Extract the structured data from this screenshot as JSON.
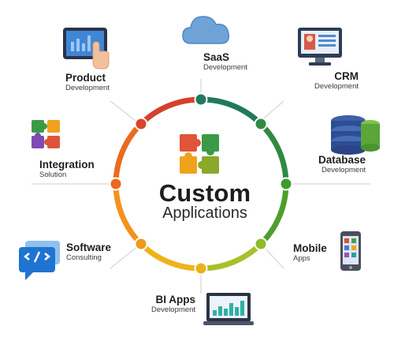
{
  "center": {
    "title": "Custom",
    "subtitle": "Applications"
  },
  "nodes": [
    {
      "id": "saas",
      "title": "SaaS",
      "subtitle": "Development",
      "color": "#1f7a5c"
    },
    {
      "id": "crm",
      "title": "CRM",
      "subtitle": "Development",
      "color": "#2e8b46"
    },
    {
      "id": "database",
      "title": "Database",
      "subtitle": "Development",
      "color": "#3d9b2f"
    },
    {
      "id": "mobile",
      "title": "Mobile",
      "subtitle": "Apps",
      "color": "#8dbb2a"
    },
    {
      "id": "bi",
      "title": "BI Apps",
      "subtitle": "Development",
      "color": "#e8b21a"
    },
    {
      "id": "software",
      "title": "Software",
      "subtitle": "Consulting",
      "color": "#f09a1c"
    },
    {
      "id": "integration",
      "title": "Integration",
      "subtitle": "Solution",
      "color": "#ea6a1f"
    },
    {
      "id": "product",
      "title": "Product",
      "subtitle": "Development",
      "color": "#d9442a"
    }
  ],
  "icons": {
    "saas": "cloud-icon",
    "crm": "monitor-icon",
    "database": "database-icon",
    "mobile": "smartphone-icon",
    "bi": "laptop-chart-icon",
    "software": "code-chat-icon",
    "integration": "puzzle-icon",
    "product": "tablet-hand-icon",
    "center": "puzzle-icon"
  }
}
